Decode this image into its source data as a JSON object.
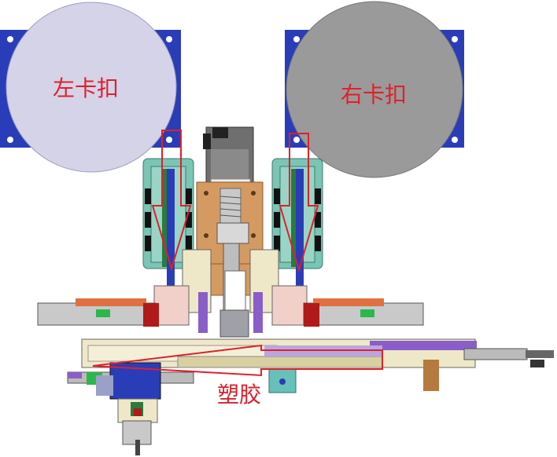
{
  "labels": {
    "left_clip": "左卡扣",
    "right_clip": "右卡扣",
    "plastic": "塑胶"
  },
  "colors": {
    "left_disc": "#d5d3e8",
    "right_disc": "#9a9a9a",
    "mount_plate": "#2a3db8",
    "arrow": "#e0202a",
    "teal_column": "#7cc4b4",
    "wood_plate": "#d59a62",
    "beige_frame": "#eee8c8",
    "purple_part": "#8a5ec8"
  }
}
